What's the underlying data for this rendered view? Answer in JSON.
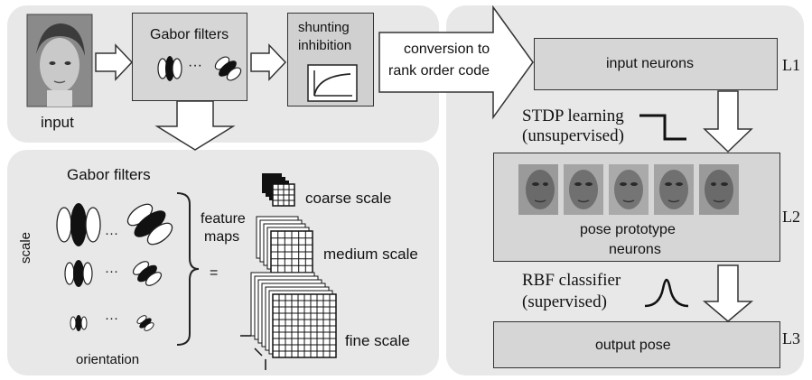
{
  "input_stage": {
    "label": "input"
  },
  "gabor_stage": {
    "title": "Gabor filters",
    "ellipsis": "···"
  },
  "shunting_stage": {
    "line1": "shunting",
    "line2": "inhibition"
  },
  "conversion_arrow": {
    "line1": "conversion to",
    "line2": "rank order code"
  },
  "network": {
    "input_neurons": "input neurons",
    "pose_prototypes_line1": "pose prototype",
    "pose_prototypes_line2": "neurons",
    "output_pose": "output pose",
    "layer_labels": [
      "L1",
      "L2",
      "L3"
    ],
    "stdp_line1": "STDP learning",
    "stdp_line2": "(unsupervised)",
    "rbf_line1": "RBF classifier",
    "rbf_line2": "(supervised)"
  },
  "detail_panel": {
    "title": "Gabor filters",
    "scale_axis": "scale",
    "orientation_axis": "orientation",
    "ellipsis": "···",
    "feature_maps_line1": "feature",
    "feature_maps_line2": "maps",
    "equals": "=",
    "coarse": "coarse scale",
    "medium": "medium scale",
    "fine": "fine scale"
  },
  "colors": {
    "panel": "#e8e8e8",
    "box": "#d6d6d6",
    "stroke": "#333333"
  }
}
